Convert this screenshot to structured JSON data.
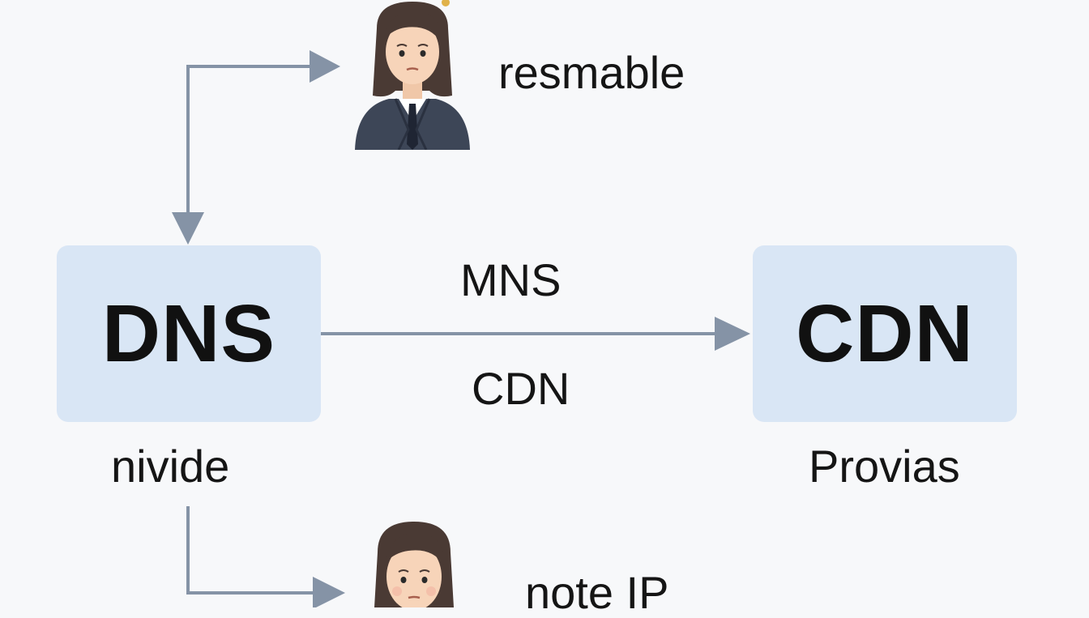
{
  "nodes": {
    "dns": {
      "label": "DNS"
    },
    "cdn": {
      "label": "CDN"
    }
  },
  "labels": {
    "top_person": "resmable",
    "edge_top": "MNS",
    "edge_bottom": "CDN",
    "dns_caption": "nivide",
    "cdn_caption": "Provias",
    "bottom_person": "note IP"
  },
  "colors": {
    "node_fill": "#d9e6f5",
    "arrow": "#8593a6",
    "text": "#111111",
    "background": "#f7f8fa"
  },
  "icons": {
    "top_person": "businesswoman-icon",
    "bottom_person": "woman-icon"
  }
}
